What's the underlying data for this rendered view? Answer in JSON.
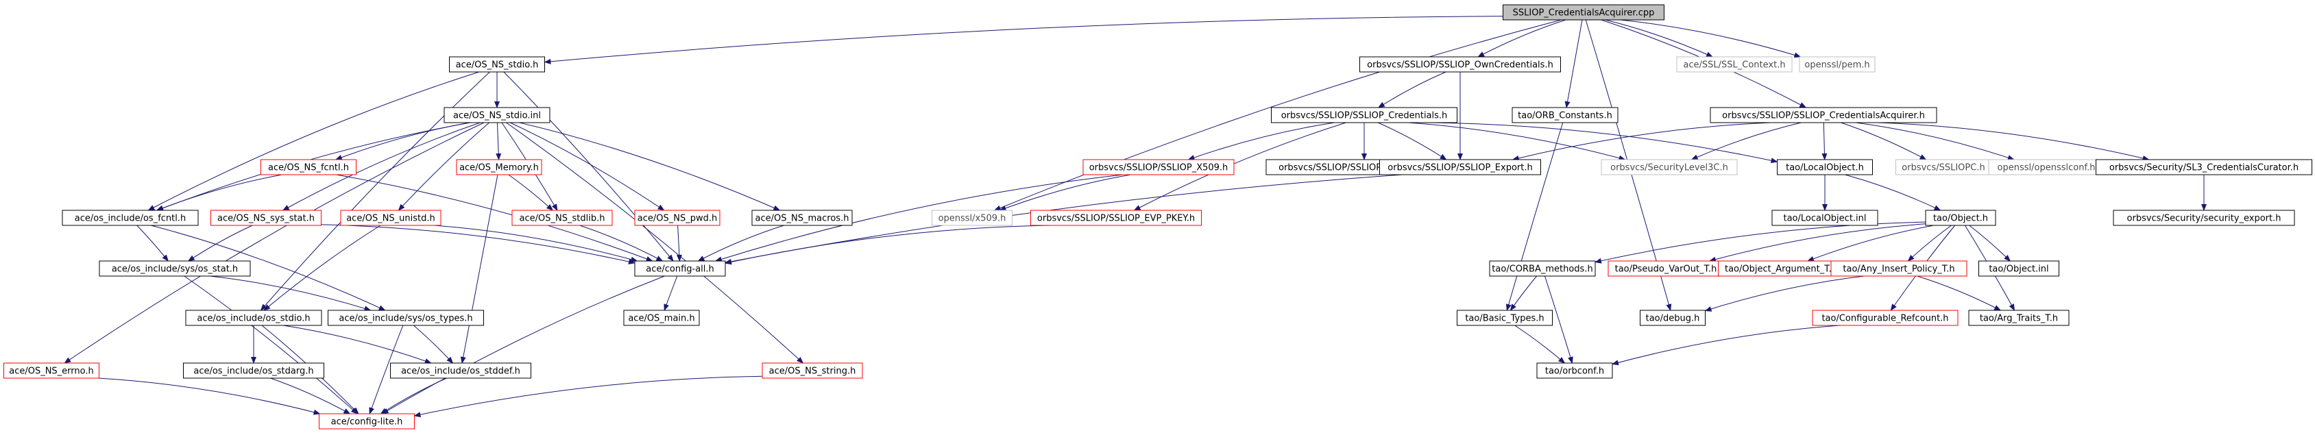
{
  "colors": {
    "edge": "#191970",
    "border_normal": "#000000",
    "border_truncated": "#ff0000",
    "border_external": "#bfbfbf",
    "root_fill": "#bfbfbf",
    "text": "#000000",
    "text_external": "#4d4d4d"
  },
  "nodes": [
    {
      "id": "root",
      "label": "SSLIOP_CredentialsAcquirer.cpp",
      "style": "root"
    },
    {
      "id": "os_ns_stdio_h",
      "label": "ace/OS_NS_stdio.h",
      "style": "normal"
    },
    {
      "id": "own_cred_h",
      "label": "orbsvcs/SSLIOP/SSLIOP_OwnCredentials.h",
      "style": "normal"
    },
    {
      "id": "orb_constants",
      "label": "tao/ORB_Constants.h",
      "style": "normal"
    },
    {
      "id": "ssl_context",
      "label": "ace/SSL/SSL_Context.h",
      "style": "external"
    },
    {
      "id": "openssl_pem",
      "label": "openssl/pem.h",
      "style": "external"
    },
    {
      "id": "os_ns_stdio_inl",
      "label": "ace/OS_NS_stdio.inl",
      "style": "normal"
    },
    {
      "id": "ssliop_cred_h",
      "label": "orbsvcs/SSLIOP/SSLIOP_Credentials.h",
      "style": "normal"
    },
    {
      "id": "cred_acq_h",
      "label": "orbsvcs/SSLIOP/SSLIOP_CredentialsAcquirer.h",
      "style": "normal"
    },
    {
      "id": "os_ns_fcntl",
      "label": "ace/OS_NS_fcntl.h",
      "style": "truncated"
    },
    {
      "id": "os_memory",
      "label": "ace/OS_Memory.h",
      "style": "truncated"
    },
    {
      "id": "ssliop_x509",
      "label": "orbsvcs/SSLIOP/SSLIOP_X509.h",
      "style": "truncated"
    },
    {
      "id": "ssliop_cred_inl",
      "label": "orbsvcs/SSLIOP/SSLIOP_Credentials.inl",
      "style": "normal"
    },
    {
      "id": "ssliop_export",
      "label": "orbsvcs/SSLIOP/SSLIOP_Export.h",
      "style": "normal"
    },
    {
      "id": "security_level3",
      "label": "orbsvcs/SecurityLevel3C.h",
      "style": "external"
    },
    {
      "id": "local_object_h",
      "label": "tao/LocalObject.h",
      "style": "normal"
    },
    {
      "id": "ssliopc",
      "label": "orbsvcs/SSLIOPC.h",
      "style": "external"
    },
    {
      "id": "opensslconf",
      "label": "openssl/opensslconf.h",
      "style": "external"
    },
    {
      "id": "sl3_cred_curator",
      "label": "orbsvcs/Security/SL3_CredentialsCurator.h",
      "style": "normal"
    },
    {
      "id": "os_include_fcntl",
      "label": "ace/os_include/os_fcntl.h",
      "style": "normal"
    },
    {
      "id": "os_ns_sys_stat",
      "label": "ace/OS_NS_sys_stat.h",
      "style": "truncated"
    },
    {
      "id": "os_ns_unistd",
      "label": "ace/OS_NS_unistd.h",
      "style": "truncated"
    },
    {
      "id": "os_ns_stdlib",
      "label": "ace/OS_NS_stdlib.h",
      "style": "truncated"
    },
    {
      "id": "os_ns_pwd",
      "label": "ace/OS_NS_pwd.h",
      "style": "truncated"
    },
    {
      "id": "os_ns_macros",
      "label": "ace/OS_NS_macros.h",
      "style": "normal"
    },
    {
      "id": "openssl_x509",
      "label": "openssl/x509.h",
      "style": "external"
    },
    {
      "id": "ssliop_evp_pkey",
      "label": "orbsvcs/SSLIOP/SSLIOP_EVP_PKEY.h",
      "style": "truncated"
    },
    {
      "id": "local_object_inl",
      "label": "tao/LocalObject.inl",
      "style": "normal"
    },
    {
      "id": "tao_object_h",
      "label": "tao/Object.h",
      "style": "normal"
    },
    {
      "id": "security_export",
      "label": "orbsvcs/Security/security_export.h",
      "style": "normal"
    },
    {
      "id": "os_sys_stat",
      "label": "ace/os_include/sys/os_stat.h",
      "style": "normal"
    },
    {
      "id": "config_all",
      "label": "ace/config-all.h",
      "style": "normal"
    },
    {
      "id": "corba_methods",
      "label": "tao/CORBA_methods.h",
      "style": "normal"
    },
    {
      "id": "pseudo_varout",
      "label": "tao/Pseudo_VarOut_T.h",
      "style": "truncated"
    },
    {
      "id": "object_argument",
      "label": "tao/Object_Argument_T.h",
      "style": "truncated"
    },
    {
      "id": "any_insert",
      "label": "tao/Any_Insert_Policy_T.h",
      "style": "truncated"
    },
    {
      "id": "tao_object_inl",
      "label": "tao/Object.inl",
      "style": "normal"
    },
    {
      "id": "os_include_stdio",
      "label": "ace/os_include/os_stdio.h",
      "style": "normal"
    },
    {
      "id": "os_sys_types",
      "label": "ace/os_include/sys/os_types.h",
      "style": "normal"
    },
    {
      "id": "os_main",
      "label": "ace/OS_main.h",
      "style": "normal"
    },
    {
      "id": "basic_types",
      "label": "tao/Basic_Types.h",
      "style": "normal"
    },
    {
      "id": "tao_debug",
      "label": "tao/debug.h",
      "style": "normal"
    },
    {
      "id": "configurable_refcount",
      "label": "tao/Configurable_Refcount.h",
      "style": "truncated"
    },
    {
      "id": "arg_traits",
      "label": "tao/Arg_Traits_T.h",
      "style": "normal"
    },
    {
      "id": "os_ns_errno",
      "label": "ace/OS_NS_errno.h",
      "style": "truncated"
    },
    {
      "id": "os_include_stdarg",
      "label": "ace/os_include/os_stdarg.h",
      "style": "normal"
    },
    {
      "id": "os_include_stddef",
      "label": "ace/os_include/os_stddef.h",
      "style": "normal"
    },
    {
      "id": "os_ns_string",
      "label": "ace/OS_NS_string.h",
      "style": "truncated"
    },
    {
      "id": "orbconf",
      "label": "tao/orbconf.h",
      "style": "normal"
    },
    {
      "id": "config_lite",
      "label": "ace/config-lite.h",
      "style": "truncated"
    }
  ],
  "edges": [
    [
      "root",
      "os_ns_stdio_h"
    ],
    [
      "root",
      "own_cred_h"
    ],
    [
      "root",
      "orb_constants"
    ],
    [
      "root",
      "ssl_context"
    ],
    [
      "root",
      "openssl_pem"
    ],
    [
      "root",
      "cred_acq_h"
    ],
    [
      "root",
      "openssl_x509"
    ],
    [
      "root",
      "tao_debug"
    ],
    [
      "os_ns_stdio_h",
      "os_ns_stdio_inl"
    ],
    [
      "os_ns_stdio_h",
      "os_include_fcntl"
    ],
    [
      "os_ns_stdio_h",
      "os_include_stdio"
    ],
    [
      "os_ns_stdio_h",
      "config_all"
    ],
    [
      "os_ns_stdio_inl",
      "os_ns_fcntl"
    ],
    [
      "os_ns_stdio_inl",
      "os_memory"
    ],
    [
      "os_ns_stdio_inl",
      "os_ns_sys_stat"
    ],
    [
      "os_ns_stdio_inl",
      "os_ns_unistd"
    ],
    [
      "os_ns_stdio_inl",
      "os_ns_stdlib"
    ],
    [
      "os_ns_stdio_inl",
      "os_ns_pwd"
    ],
    [
      "os_ns_stdio_inl",
      "os_ns_macros"
    ],
    [
      "os_ns_stdio_inl",
      "os_ns_errno"
    ],
    [
      "os_ns_stdio_inl",
      "os_ns_string"
    ],
    [
      "os_ns_stdio_inl",
      "os_include_fcntl"
    ],
    [
      "os_ns_fcntl",
      "os_include_fcntl"
    ],
    [
      "os_ns_fcntl",
      "config_all"
    ],
    [
      "os_memory",
      "os_ns_stdlib"
    ],
    [
      "os_memory",
      "os_include_stddef"
    ],
    [
      "os_ns_sys_stat",
      "os_sys_stat"
    ],
    [
      "os_ns_sys_stat",
      "config_all"
    ],
    [
      "os_ns_unistd",
      "config_all"
    ],
    [
      "os_ns_unistd",
      "os_include_stdio"
    ],
    [
      "os_ns_stdlib",
      "config_all"
    ],
    [
      "os_ns_pwd",
      "config_all"
    ],
    [
      "os_ns_macros",
      "config_all"
    ],
    [
      "os_include_fcntl",
      "os_sys_stat"
    ],
    [
      "os_include_fcntl",
      "os_sys_types"
    ],
    [
      "os_sys_stat",
      "os_sys_types"
    ],
    [
      "os_sys_stat",
      "config_lite"
    ],
    [
      "os_include_stdio",
      "os_include_stdarg"
    ],
    [
      "os_include_stdio",
      "os_include_stddef"
    ],
    [
      "os_include_stdio",
      "config_lite"
    ],
    [
      "os_sys_types",
      "os_include_stddef"
    ],
    [
      "os_sys_types",
      "config_lite"
    ],
    [
      "os_include_stdarg",
      "config_lite"
    ],
    [
      "os_include_stddef",
      "config_lite"
    ],
    [
      "os_ns_errno",
      "config_lite"
    ],
    [
      "os_ns_string",
      "config_lite"
    ],
    [
      "config_all",
      "os_main"
    ],
    [
      "config_all",
      "config_lite"
    ],
    [
      "own_cred_h",
      "ssliop_cred_h"
    ],
    [
      "own_cred_h",
      "ssliop_export"
    ],
    [
      "ssliop_cred_h",
      "ssliop_x509"
    ],
    [
      "ssliop_cred_h",
      "ssliop_evp_pkey"
    ],
    [
      "ssliop_cred_h",
      "ssliop_cred_inl"
    ],
    [
      "ssliop_cred_h",
      "ssliop_export"
    ],
    [
      "ssliop_cred_h",
      "security_level3"
    ],
    [
      "ssliop_cred_h",
      "local_object_h"
    ],
    [
      "ssliop_x509",
      "openssl_x509"
    ],
    [
      "ssliop_x509",
      "config_all"
    ],
    [
      "ssliop_evp_pkey",
      "config_all"
    ],
    [
      "ssliop_export",
      "config_all"
    ],
    [
      "orb_constants",
      "basic_types"
    ],
    [
      "cred_acq_h",
      "ssliop_export"
    ],
    [
      "cred_acq_h",
      "security_level3"
    ],
    [
      "cred_acq_h",
      "local_object_h"
    ],
    [
      "cred_acq_h",
      "ssliopc"
    ],
    [
      "cred_acq_h",
      "opensslconf"
    ],
    [
      "cred_acq_h",
      "sl3_cred_curator"
    ],
    [
      "sl3_cred_curator",
      "security_export"
    ],
    [
      "local_object_h",
      "local_object_inl"
    ],
    [
      "local_object_h",
      "tao_object_h"
    ],
    [
      "tao_object_h",
      "corba_methods"
    ],
    [
      "tao_object_h",
      "pseudo_varout"
    ],
    [
      "tao_object_h",
      "object_argument"
    ],
    [
      "tao_object_h",
      "any_insert"
    ],
    [
      "tao_object_h",
      "tao_object_inl"
    ],
    [
      "tao_object_h",
      "configurable_refcount"
    ],
    [
      "tao_object_h",
      "arg_traits"
    ],
    [
      "corba_methods",
      "basic_types"
    ],
    [
      "corba_methods",
      "orbconf"
    ],
    [
      "basic_types",
      "orbconf"
    ],
    [
      "any_insert",
      "tao_debug"
    ],
    [
      "any_insert",
      "arg_traits"
    ],
    [
      "configurable_refcount",
      "orbconf"
    ]
  ]
}
